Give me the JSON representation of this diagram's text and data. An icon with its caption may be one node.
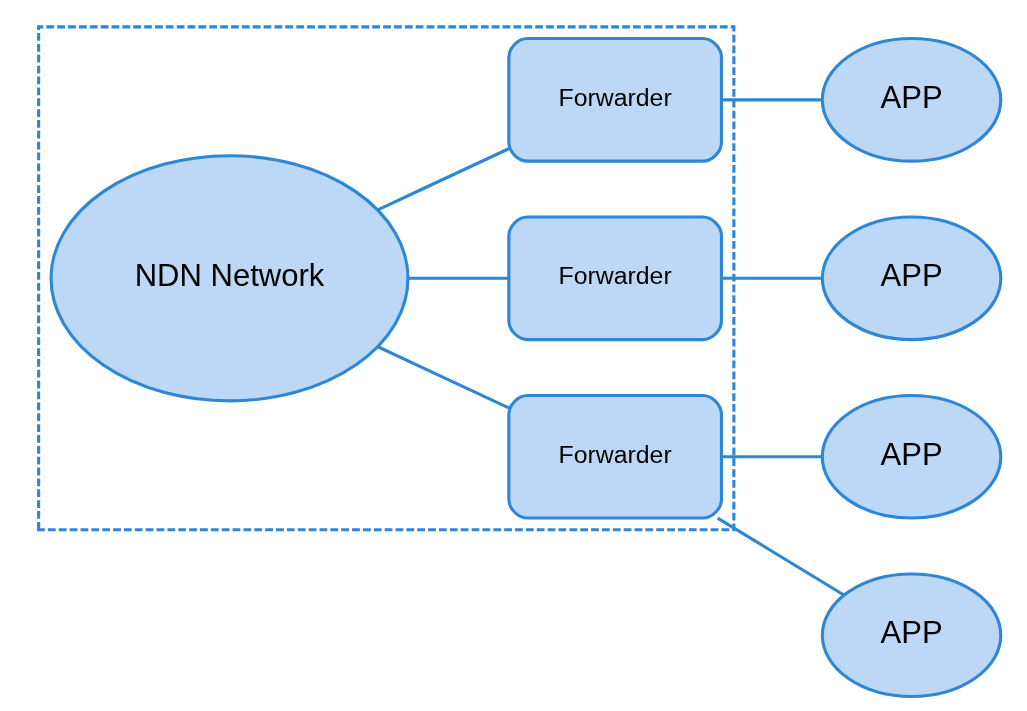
{
  "diagram": {
    "nodes": [
      {
        "text": [],
        "shape": "box"
      },
      {
        "text": [
          "NDN Network"
        ],
        "in": 0
      },
      {
        "text": [
          "Forwarder"
        ],
        "in": 0
      },
      {
        "text": [
          "Forwarder"
        ],
        "in": 0
      },
      {
        "text": [
          "Forwarder"
        ],
        "in": 0
      },
      {
        "text": [
          "APP"
        ]
      },
      {
        "text": [
          "APP"
        ]
      },
      {
        "text": [
          "APP"
        ]
      },
      {
        "text": [
          "APP"
        ]
      }
    ],
    "edges": [
      {
        "from": 1,
        "to": 2,
        "arrow": "none"
      },
      {
        "from": 1,
        "to": 3,
        "arrow": "none"
      },
      {
        "from": 1,
        "to": 4,
        "arrow": "none"
      },
      {
        "from": 2,
        "to": 5,
        "arrow": "none"
      },
      {
        "from": 3,
        "to": 6,
        "arrow": "none"
      },
      {
        "from": 4,
        "to": 7,
        "arrow": "none"
      },
      {
        "from": 4,
        "to": 8,
        "arrow": "none"
      }
    ]
  }
}
